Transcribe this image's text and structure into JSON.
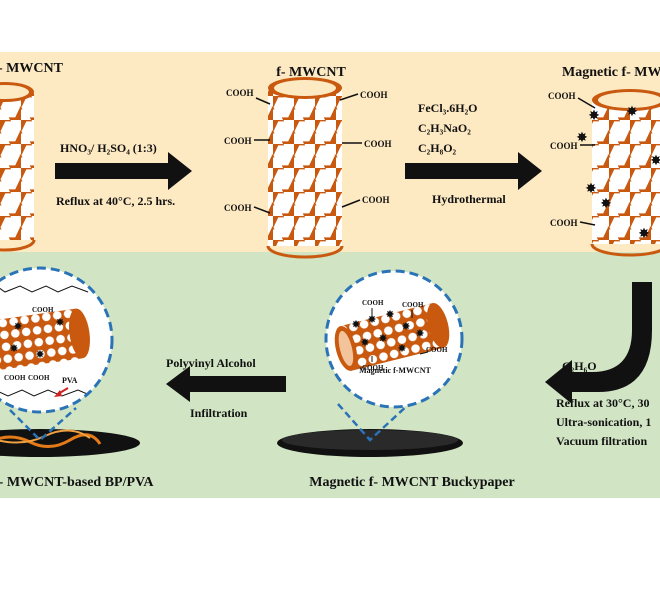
{
  "top_panel": {
    "stage1_title": "- MWCNT",
    "stage2_title": "f- MWCNT",
    "stage3_title": "Magnetic f- MW",
    "step1_reagent": "HNO₃/ H₂SO₄ (1:3)",
    "step1_condition": "Reflux at 40°C, 2.5 hrs.",
    "step2_reagents": [
      "FeCl₃.6H₂O",
      "C₂H₃NaO₂",
      "C₂H₈O₂"
    ],
    "step2_method": "Hydrothermal",
    "cooh": "COOH"
  },
  "bottom_panel": {
    "solvent": "C₂H₆O",
    "conditions": [
      "Reflux at 30°C, 30",
      "Ultra-sonication, 1",
      "Vacuum filtration"
    ],
    "buckypaper_caption": "Magnetic f- MWCNT Buckypaper",
    "inset_label": "Magnetic f-MWCNT",
    "step_reagent": "Polyvinyl Alcohol",
    "step_method": "Infiltration",
    "final_caption": "f- MWCNT-based BP/PVA",
    "pva_label": "PVA"
  },
  "colors": {
    "top_bg": "#fde9c2",
    "bottom_bg": "#d1e4c4",
    "tube": "#c8590f",
    "arrow": "#111111",
    "dash_circle": "#2b73b7"
  }
}
